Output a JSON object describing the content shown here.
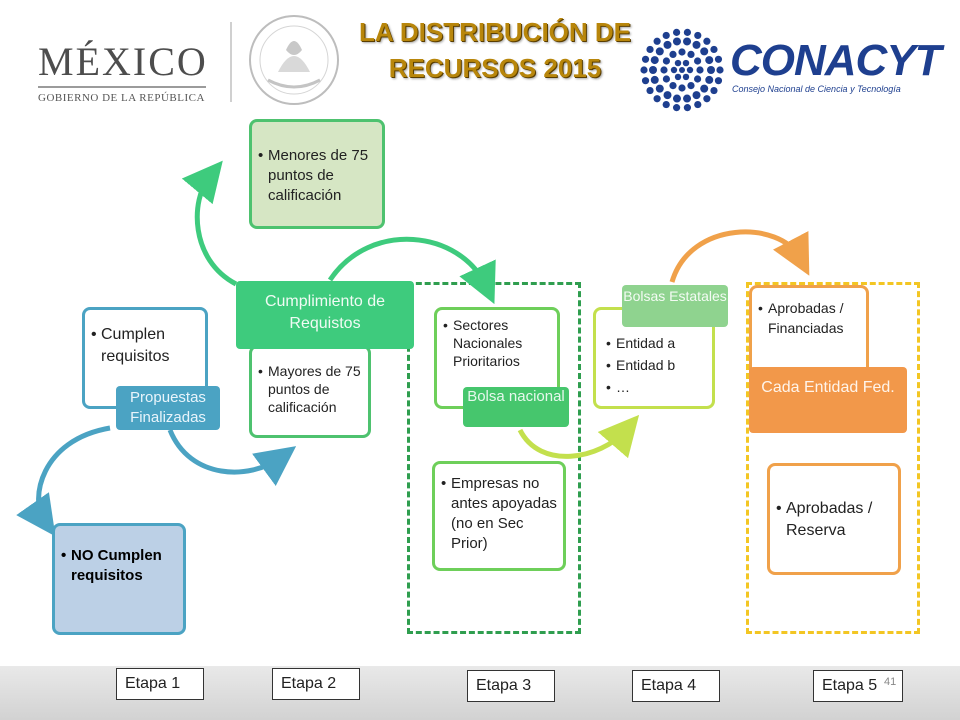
{
  "header": {
    "title_line1": "LA DISTRIBUCIÓN DE",
    "title_line2": "RECURSOS 2015",
    "mexico_word": "MÉXICO",
    "mexico_sub": "GOBIERNO DE LA REPÚBLICA",
    "conacyt_word": "CONACYT",
    "conacyt_sub": "Consejo Nacional de Ciencia y Tecnología"
  },
  "nodes": {
    "no_cumplen": "NO Cumplen requisitos",
    "cumplen": "Cumplen requisitos",
    "propuestas_label": "Propuestas Finalizadas",
    "menores": "Menores de 75 puntos de calificación",
    "cumplimiento_label": "Cumplimiento de Requistos",
    "mayores": "Mayores de 75 puntos de calificación",
    "sectores": "Sectores Nacionales Prioritarios",
    "bolsa_nacional_label": "Bolsa nacional",
    "empresas": "Empresas no antes apoyadas (no en Sec Prior)",
    "bolsas_estatales_label": "Bolsas Estatales",
    "entidades": [
      "Entidad a",
      "Entidad b",
      "…"
    ],
    "aprobadas_financiadas": "Aprobadas / Financiadas",
    "cada_entidad_label": "Cada Entidad Fed.",
    "aprobadas_reserva": "Aprobadas / Reserva"
  },
  "footer": {
    "etapas": [
      "Etapa 1",
      "Etapa 2",
      "Etapa 3",
      "Etapa 4",
      "Etapa 5"
    ],
    "page_number": "41"
  },
  "colors": {
    "title": "#b8860b",
    "blue_stage": "#4ba3c3",
    "green_stage": "#3ecb7d",
    "lime_stage": "#c3e04d",
    "orange_stage": "#f2984a",
    "conacyt_blue": "#1e3f8f"
  }
}
